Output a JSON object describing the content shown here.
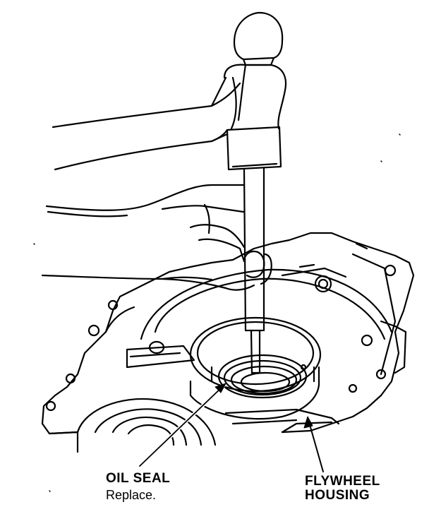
{
  "labels": {
    "oil_seal_title": "OIL SEAL",
    "oil_seal_sub": "Replace.",
    "flywheel_line1": "FLYWHEEL",
    "flywheel_line2": "HOUSING"
  },
  "colors": {
    "ink": "#000000",
    "paper": "#ffffff"
  }
}
